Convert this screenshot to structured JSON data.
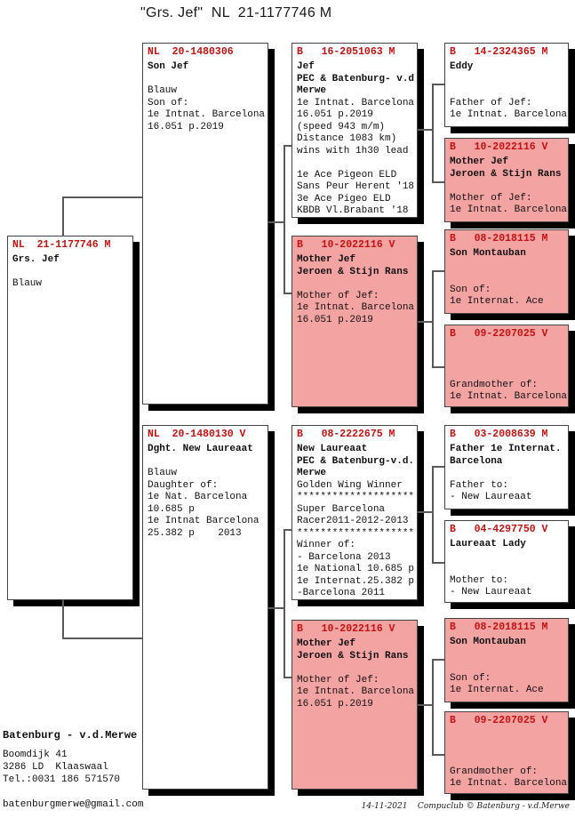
{
  "title": "\"Grs. Jef\"  NL  21-1177746 M",
  "colors": {
    "pink": "#f4a3a3",
    "red": "#c41212",
    "line": "#5a5a5a",
    "shadow": "#000000"
  },
  "boxes": [
    {
      "band": "NL  21-1177746 M",
      "variant": "white",
      "bold": 1,
      "lines": [
        "Grs. Jef",
        "",
        "Blauw"
      ]
    },
    {
      "band": "NL  20-1480306",
      "variant": "white",
      "bold": 1,
      "lines": [
        "Son Jef",
        "",
        "Blauw",
        "Son of:",
        "1e Intnat. Barcelona",
        "16.051 p.2019"
      ]
    },
    {
      "band": "NL  20-1480130 V",
      "variant": "white",
      "bold": 1,
      "lines": [
        "Dght. New Laureaat",
        "",
        "Blauw",
        "Daughter of:",
        "1e Nat. Barcelona",
        "10.685 p",
        "1e Intnat Barcelona",
        "25.382 p    2013"
      ]
    },
    {
      "band": "B   16-2051063 M",
      "variant": "white",
      "bold": 3,
      "lines": [
        "Jef",
        "PEC & Batenburg- v.d",
        "Merwe",
        "1e Intnat. Barcelona",
        "16.051 p.2019",
        "(speed 943 m/m)",
        "Distance 1083 km)",
        "wins with 1h30 lead",
        "",
        "1e Ace Pigeon ELD",
        "Sans Peur Herent '18",
        "3e Ace Pigeo ELD",
        "KBDB Vl.Brabant '18"
      ]
    },
    {
      "band": "B   10-2022116 V",
      "variant": "pink",
      "bold": 2,
      "lines": [
        "Mother Jef",
        "Jeroen & Stijn Rans",
        "",
        "Mother of Jef:",
        "1e Intnat. Barcelona",
        "16.051 p.2019"
      ]
    },
    {
      "band": "B   08-2222675 M",
      "variant": "white",
      "bold": 3,
      "lines": [
        "New Laureaat",
        "PEC & Batenburg-v.d.",
        "Merwe",
        "Golden Wing Winner",
        "********************",
        "Super Barcelona",
        "Racer2011-2012-2013",
        "********************",
        "Winner of:",
        "- Barcelona 2013",
        "1e National 10.685 p",
        "1e Internat.25.382 p",
        "-Barcelona 2011"
      ]
    },
    {
      "band": "B   10-2022116 V",
      "variant": "pink",
      "bold": 2,
      "lines": [
        "Mother Jef",
        "Jeroen & Stijn Rans",
        "",
        "Mother of Jef:",
        "1e Intnat. Barcelona",
        "16.051 p.2019"
      ]
    },
    {
      "band": "B   14-2324365 M",
      "variant": "white",
      "bold": 1,
      "lines": [
        "Eddy",
        "",
        "",
        "Father of Jef:",
        "1e Intnat. Barcelona"
      ]
    },
    {
      "band": "B   10-2022116 V",
      "variant": "pink",
      "bold": 2,
      "lines": [
        "Mother Jef",
        "Jeroen & Stijn Rans",
        "",
        "Mother of Jef:",
        "1e Intnat. Barcelona"
      ]
    },
    {
      "band": "B   08-2018115 M",
      "variant": "pink",
      "bold": 1,
      "lines": [
        "Son Montauban",
        "",
        "",
        "Son of:",
        "1e Internat. Ace"
      ]
    },
    {
      "band": "B   09-2207025 V",
      "variant": "pink",
      "bold": 0,
      "lines": [
        "",
        "",
        "",
        "Grandmother of:",
        "1e Intnat. Barcelona"
      ]
    },
    {
      "band": "B   03-2008639 M",
      "variant": "white",
      "bold": 2,
      "lines": [
        "Father 1e Internat.",
        "Barcelona",
        "",
        "Father to:",
        "- New Laureaat"
      ]
    },
    {
      "band": "B   04-4297750 V",
      "variant": "white",
      "bold": 1,
      "lines": [
        "Laureaat Lady",
        "",
        "",
        "Mother to:",
        "- New Laureaat"
      ]
    },
    {
      "band": "B   08-2018115 M",
      "variant": "pink",
      "bold": 1,
      "lines": [
        "Son Montauban",
        "",
        "",
        "Son of:",
        "1e Internat. Ace"
      ]
    },
    {
      "band": "B   09-2207025 V",
      "variant": "pink",
      "bold": 0,
      "lines": [
        "",
        "",
        "",
        "Grandmother of:",
        "1e Intnat. Barcelona"
      ]
    }
  ],
  "owner": {
    "name": "Batenburg - v.d.Merwe",
    "bold": 0,
    "lines": [
      "Boomdijk 41",
      "3286 LD  Klaaswaal",
      "Tel.:0031 186 571570",
      "",
      "batenburgmerwe@gmail.com"
    ]
  },
  "footer": "14-11-2021    Compuclub © Batenburg - v.d.Merwe"
}
